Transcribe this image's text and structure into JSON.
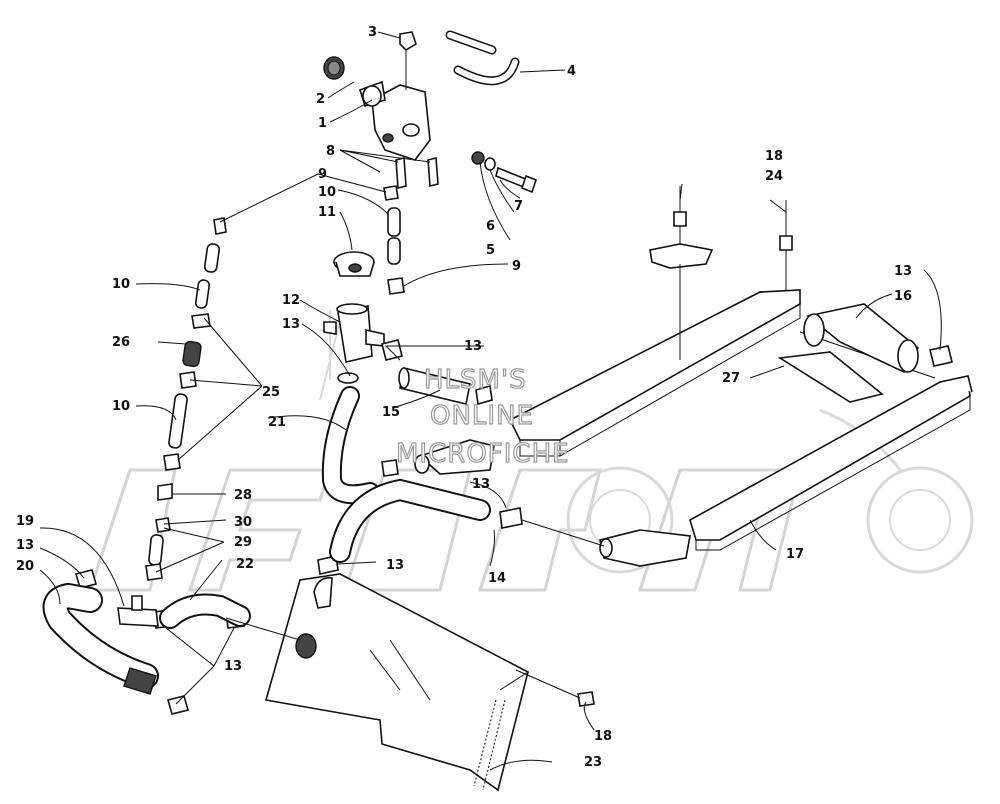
{
  "watermark": {
    "line1": "HLSM'S",
    "line2": "ONLINE",
    "line3": "MICROFICHE"
  },
  "callouts": {
    "c1": "1",
    "c2": "2",
    "c3": "3",
    "c4": "4",
    "c5": "5",
    "c6": "6",
    "c7": "7",
    "c8": "8",
    "c9a": "9",
    "c9b": "9",
    "c10a": "10",
    "c10b": "10",
    "c10c": "10",
    "c11": "11",
    "c12": "12",
    "c13a": "13",
    "c13b": "13",
    "c13c": "13",
    "c13d": "13",
    "c13e": "13",
    "c13f": "13",
    "c13g": "13",
    "c14": "14",
    "c15": "15",
    "c16": "16",
    "c17": "17",
    "c18a": "18",
    "c18b": "18",
    "c19": "19",
    "c20": "20",
    "c21": "21",
    "c22": "22",
    "c23": "23",
    "c24": "24",
    "c25": "25",
    "c26": "26",
    "c27": "27",
    "c28": "28",
    "c29": "29",
    "c30": "30"
  }
}
